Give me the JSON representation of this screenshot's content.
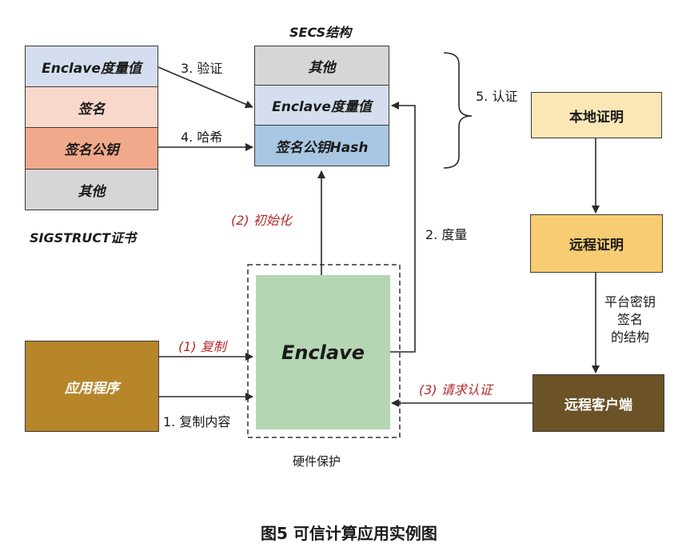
{
  "sigstruct": {
    "title": "SIGSTRUCT证书",
    "rows": [
      "Enclave度量值",
      "签名",
      "签名公钥",
      "其他"
    ]
  },
  "secs": {
    "title": "SECS结构",
    "rows": [
      "其他",
      "Enclave度量值",
      "签名公钥Hash"
    ]
  },
  "enclave": {
    "label": "Enclave",
    "protect_label": "硬件保护"
  },
  "app": {
    "label": "应用程序"
  },
  "attest": {
    "local": "本地证明",
    "remote": "远程证明",
    "client": "远程客户端"
  },
  "labels": {
    "verify": "3. 验证",
    "hash": "4. 哈希",
    "init": "(2) 初始化",
    "measure": "2. 度量",
    "auth": "5. 认证",
    "copy_red": "(1) 复制",
    "copy_content": "1. 复制内容",
    "request_auth": "(3) 请求认证",
    "platform_key_l1": "平台密钥",
    "platform_key_l2": "签名",
    "platform_key_l3": "的结构"
  },
  "caption": "图5 可信计算应用实例图",
  "colors": {
    "blue": "#d4deef",
    "pink": "#f9d8cc",
    "salmon": "#f1a98b",
    "gray": "#d6d6d6",
    "steel": "#a9c7e2",
    "green": "#b5d6b2",
    "gold": "#b7862b",
    "cream": "#fbe7b6",
    "amber": "#f7cc72",
    "brown": "#6b5327",
    "red": "#b22a2a"
  }
}
